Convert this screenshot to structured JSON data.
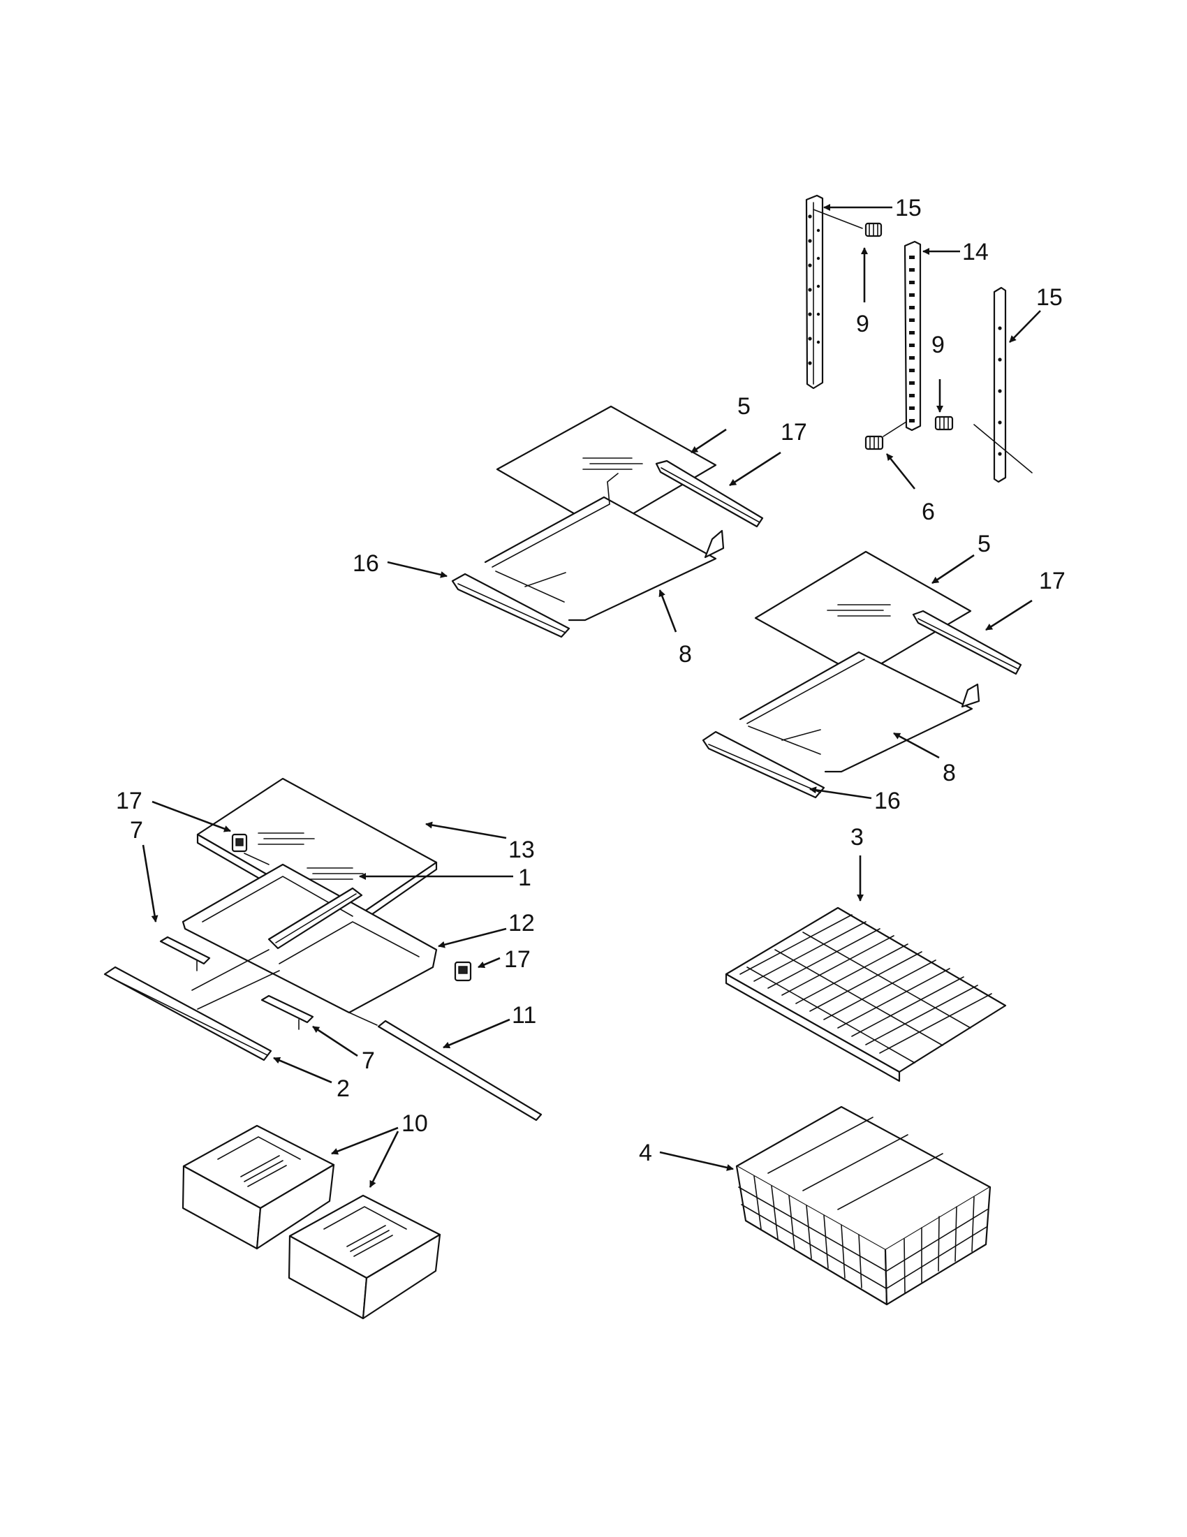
{
  "callouts": {
    "c1": "1",
    "c2": "2",
    "c3": "3",
    "c4": "4",
    "c5a": "5",
    "c5b": "5",
    "c6": "6",
    "c7a": "7",
    "c7b": "7",
    "c8a": "8",
    "c8b": "8",
    "c9a": "9",
    "c9b": "9",
    "c10": "10",
    "c11": "11",
    "c12": "12",
    "c13": "13",
    "c14": "14",
    "c15a": "15",
    "c15b": "15",
    "c16a": "16",
    "c16b": "16",
    "c17a": "17",
    "c17b": "17",
    "c17c": "17",
    "c17d": "17"
  }
}
